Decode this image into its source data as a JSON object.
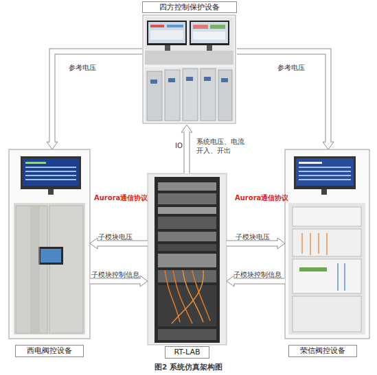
{
  "diagram": {
    "caption": "图2 系统仿真架构图",
    "nodes": [
      {
        "text": [
          "四方控制保护设备"
        ]
      },
      {
        "text": [
          "西电阀控设备"
        ]
      },
      {
        "text": [
          "RT-LAB"
        ]
      },
      {
        "text": [
          "荣信阀控设备"
        ]
      }
    ],
    "edges": [
      {
        "from": 0,
        "to": 1,
        "arrow": "to",
        "label": "参考电压"
      },
      {
        "from": 0,
        "to": 3,
        "arrow": "to",
        "label": "参考电压"
      },
      {
        "from": 2,
        "to": 0,
        "arrow": "to",
        "label": "IO"
      },
      {
        "from": 2,
        "to": 1,
        "arrow": "to",
        "label": "子模块电压"
      },
      {
        "from": 1,
        "to": 2,
        "arrow": "to",
        "label": "子模块控制信息"
      },
      {
        "from": 2,
        "to": 3,
        "arrow": "to",
        "label": "子模块电压"
      },
      {
        "from": 3,
        "to": 2,
        "arrow": "to",
        "label": "子模块控制信息"
      }
    ],
    "labels": [
      "Aurora通信协议",
      "Aurora通信协议",
      "系统电压、电流 开入、开出"
    ]
  }
}
